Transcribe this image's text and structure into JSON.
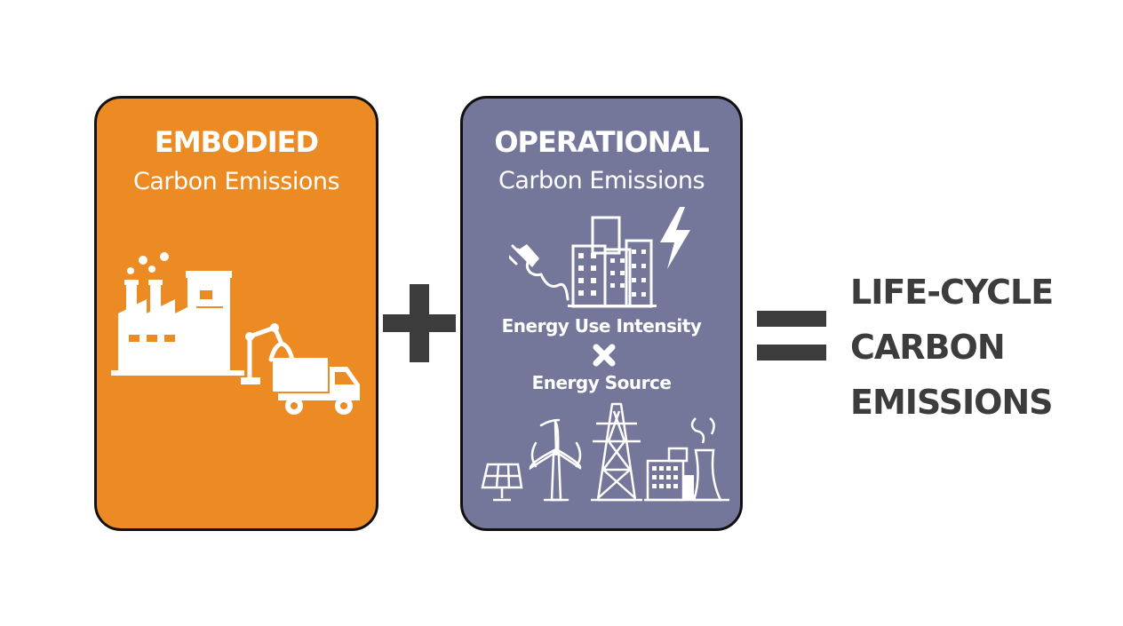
{
  "embodied": {
    "title": "EMBODIED",
    "subtitle": "Carbon Emissions",
    "color": "#ec8a24",
    "icons": [
      "factory-icon",
      "robot-arm-icon",
      "truck-icon"
    ]
  },
  "operational": {
    "title": "OPERATIONAL",
    "subtitle": "Carbon Emissions",
    "color": "#747799",
    "energy_use_label": "Energy Use Intensity",
    "energy_source_label": "Energy Source",
    "icons": [
      "plug-icon",
      "buildings-icon",
      "lightning-icon",
      "solar-panel-icon",
      "wind-turbine-icon",
      "transmission-tower-icon",
      "power-plant-icon"
    ]
  },
  "result": {
    "lines": [
      "LIFE-CYCLE",
      "CARBON",
      "EMISSIONS"
    ],
    "color": "#3c3c3c"
  }
}
